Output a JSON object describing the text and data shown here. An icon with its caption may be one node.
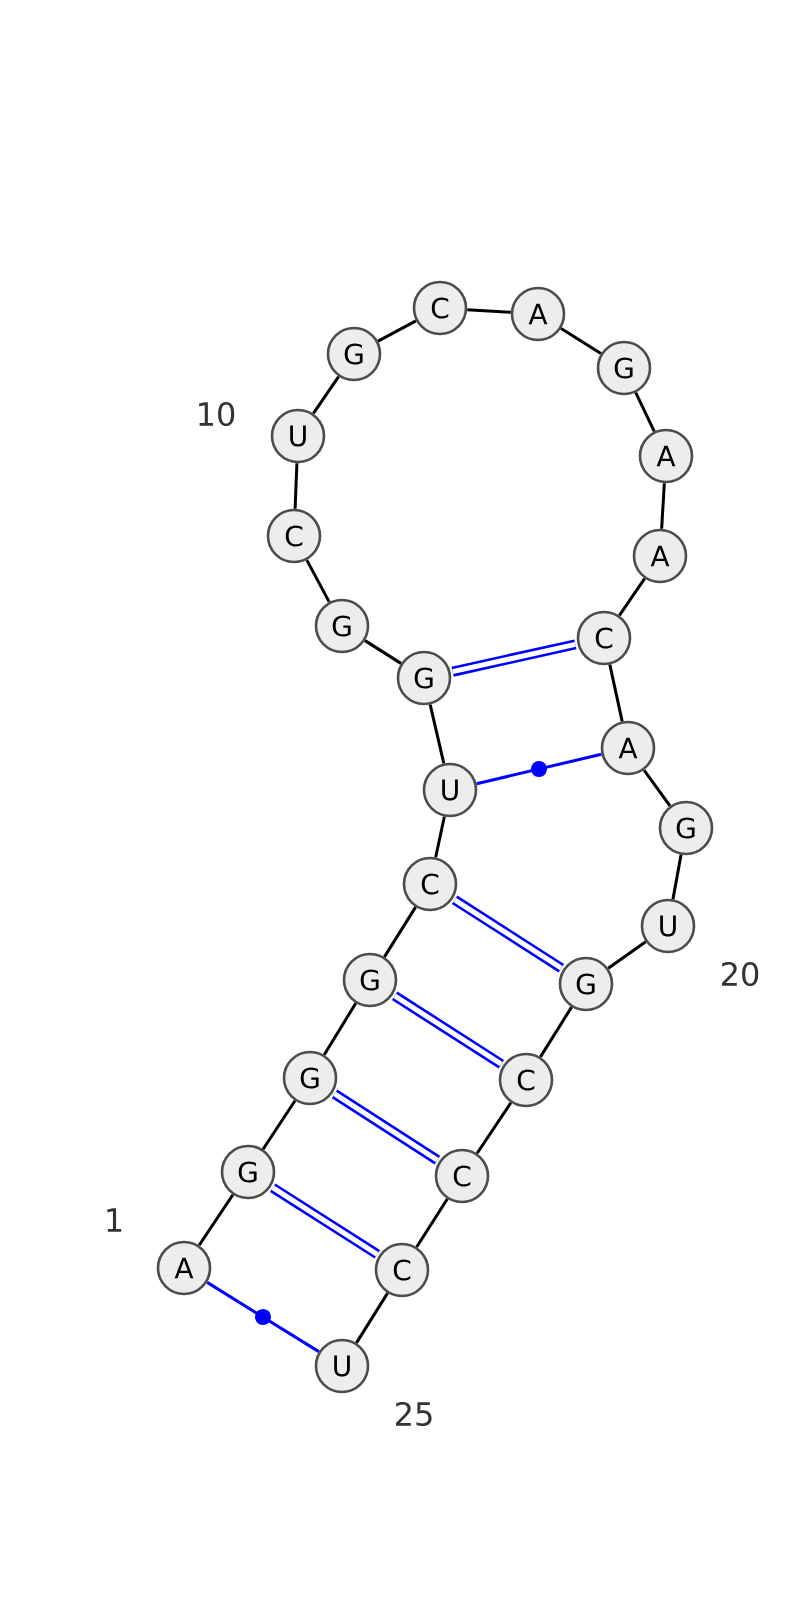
{
  "diagram": {
    "nodes": [
      {
        "text": [
          "A"
        ],
        "beside": [
          "1"
        ]
      },
      {
        "text": [
          "G"
        ]
      },
      {
        "text": [
          "G"
        ]
      },
      {
        "text": [
          "G"
        ]
      },
      {
        "text": [
          "C"
        ]
      },
      {
        "text": [
          "U"
        ]
      },
      {
        "text": [
          "G"
        ]
      },
      {
        "text": [
          "G"
        ]
      },
      {
        "text": [
          "C"
        ]
      },
      {
        "text": [
          "U"
        ],
        "beside": [
          "10"
        ]
      },
      {
        "text": [
          "G"
        ]
      },
      {
        "text": [
          "C"
        ]
      },
      {
        "text": [
          "A"
        ]
      },
      {
        "text": [
          "G"
        ]
      },
      {
        "text": [
          "A"
        ]
      },
      {
        "text": [
          "A"
        ]
      },
      {
        "text": [
          "C"
        ]
      },
      {
        "text": [
          "A"
        ]
      },
      {
        "text": [
          "G"
        ]
      },
      {
        "text": [
          "U"
        ],
        "beside": [
          "20"
        ]
      },
      {
        "text": [
          "G"
        ]
      },
      {
        "text": [
          "C"
        ]
      },
      {
        "text": [
          "C"
        ]
      },
      {
        "text": [
          "C"
        ]
      },
      {
        "text": [
          "U"
        ],
        "beside": [
          "25"
        ]
      }
    ],
    "edges": [
      {
        "from": 0,
        "to": 1,
        "arrow": "none"
      },
      {
        "from": 1,
        "to": 2,
        "arrow": "none"
      },
      {
        "from": 2,
        "to": 3,
        "arrow": "none"
      },
      {
        "from": 3,
        "to": 4,
        "arrow": "none"
      },
      {
        "from": 4,
        "to": 5,
        "arrow": "none"
      },
      {
        "from": 5,
        "to": 6,
        "arrow": "none"
      },
      {
        "from": 6,
        "to": 7,
        "arrow": "none"
      },
      {
        "from": 7,
        "to": 8,
        "arrow": "none"
      },
      {
        "from": 8,
        "to": 9,
        "arrow": "none"
      },
      {
        "from": 9,
        "to": 10,
        "arrow": "none"
      },
      {
        "from": 10,
        "to": 11,
        "arrow": "none"
      },
      {
        "from": 11,
        "to": 12,
        "arrow": "none"
      },
      {
        "from": 12,
        "to": 13,
        "arrow": "none"
      },
      {
        "from": 13,
        "to": 14,
        "arrow": "none"
      },
      {
        "from": 14,
        "to": 15,
        "arrow": "none"
      },
      {
        "from": 15,
        "to": 16,
        "arrow": "none"
      },
      {
        "from": 16,
        "to": 17,
        "arrow": "none"
      },
      {
        "from": 17,
        "to": 18,
        "arrow": "none"
      },
      {
        "from": 18,
        "to": 19,
        "arrow": "none"
      },
      {
        "from": 19,
        "to": 20,
        "arrow": "none"
      },
      {
        "from": 20,
        "to": 21,
        "arrow": "none"
      },
      {
        "from": 21,
        "to": 22,
        "arrow": "none"
      },
      {
        "from": 22,
        "to": 23,
        "arrow": "none"
      },
      {
        "from": 23,
        "to": 24,
        "arrow": "none"
      },
      {
        "from": 0,
        "to": 24,
        "arrow": "none",
        "color": "#0000ff"
      },
      {
        "from": 1,
        "to": 23,
        "arrow": "none",
        "style": "thick",
        "color": "#0000ff"
      },
      {
        "from": 2,
        "to": 22,
        "arrow": "none",
        "style": "thick",
        "color": "#0000ff"
      },
      {
        "from": 3,
        "to": 21,
        "arrow": "none",
        "style": "thick",
        "color": "#0000ff"
      },
      {
        "from": 4,
        "to": 20,
        "arrow": "none",
        "style": "thick",
        "color": "#0000ff"
      },
      {
        "from": 5,
        "to": 17,
        "arrow": "none",
        "color": "#0000ff"
      },
      {
        "from": 6,
        "to": 16,
        "arrow": "none",
        "style": "thick",
        "color": "#0000ff"
      }
    ]
  }
}
